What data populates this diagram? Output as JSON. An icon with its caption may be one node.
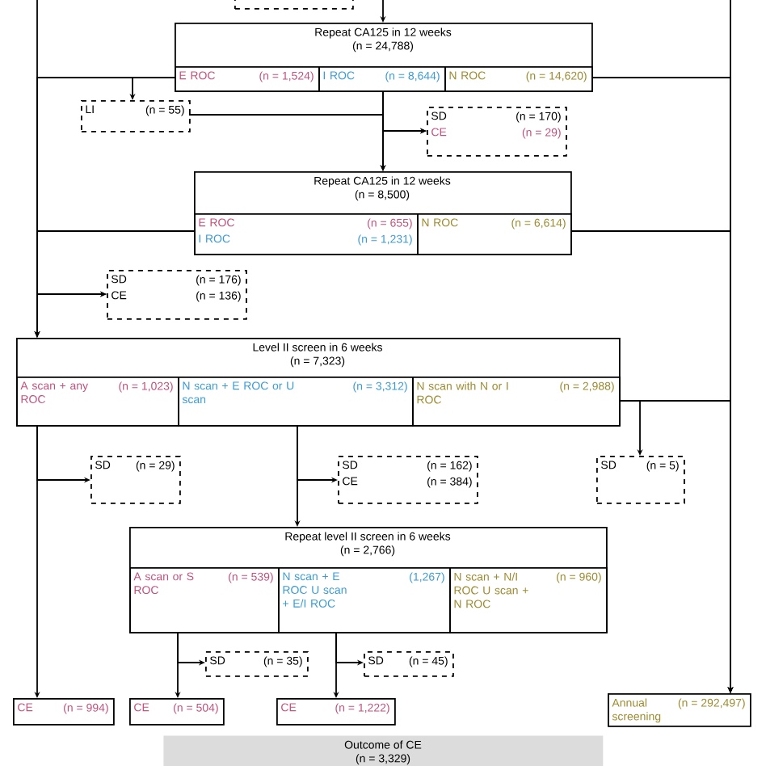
{
  "diagram": {
    "nodes": [
      {
        "text": [],
        "shape": "box"
      },
      {
        "text": [
          "Repeat CA125 in 12 weeks",
          "(n = 24,788)"
        ]
      },
      {
        "text": [
          "E ROC",
          "(n = 1,524)"
        ],
        "in": 1
      },
      {
        "text": [
          "I ROC",
          "(n = 8,644)"
        ],
        "in": 1
      },
      {
        "text": [
          "N ROC",
          "(n = 14,620)"
        ],
        "in": 1
      },
      {
        "text": [
          "LI",
          "(n = 55)"
        ]
      },
      {
        "text": [
          "SD",
          "(n = 170)",
          "CE",
          "(n = 29)"
        ]
      },
      {
        "text": [
          "Repeat CA125 in 12 weeks",
          "(n = 8,500)"
        ]
      },
      {
        "text": [
          "E ROC",
          "(n = 655)",
          "I ROC",
          "(n = 1,231)"
        ],
        "in": 7
      },
      {
        "text": [
          "N ROC",
          "(n = 6,614)"
        ],
        "in": 7
      },
      {
        "text": [
          "SD",
          "(n = 176)",
          "CE",
          "(n = 136)"
        ]
      },
      {
        "text": [
          "Level II screen in 6 weeks",
          "(n = 7,323)"
        ]
      },
      {
        "text": [
          "A scan + any ROC",
          "(n = 1,023)"
        ],
        "in": 11
      },
      {
        "text": [
          "N scan + E ROC or U scan",
          "(n = 3,312)"
        ],
        "in": 11
      },
      {
        "text": [
          "N scan with N or I ROC",
          "(n = 2,988)"
        ],
        "in": 11
      },
      {
        "text": [
          "SD",
          "(n = 29)"
        ]
      },
      {
        "text": [
          "SD",
          "(n = 162)",
          "CE",
          "(n = 384)"
        ]
      },
      {
        "text": [
          "SD",
          "(n = 5)"
        ]
      },
      {
        "text": [
          "Repeat level II screen in 6 weeks",
          "(n = 2,766)"
        ]
      },
      {
        "text": [
          "A scan or S ROC",
          "(n = 539)"
        ],
        "in": 18
      },
      {
        "text": [
          "N scan + E ROC U scan + E/I ROC",
          "(1,267)"
        ],
        "in": 18
      },
      {
        "text": [
          "N scan + N/I ROC U scan + N ROC",
          "(n = 960)"
        ],
        "in": 18
      },
      {
        "text": [
          "SD",
          "(n = 35)"
        ]
      },
      {
        "text": [
          "SD",
          "(n = 45)"
        ]
      },
      {
        "text": [
          "CE",
          "(n = 994)"
        ]
      },
      {
        "text": [
          "CE",
          "(n = 504)"
        ]
      },
      {
        "text": [
          "CE",
          "(n = 1,222)"
        ]
      },
      {
        "text": [
          "Annual screening",
          "(n = 292,497)"
        ]
      },
      {
        "text": [
          "Outcome of CE",
          "(n = 3,329)"
        ]
      }
    ],
    "edges": [
      {
        "from": null,
        "to": 1,
        "arrow": "to"
      },
      {
        "from": 2,
        "to": 11,
        "arrow": "to"
      },
      {
        "from": 2,
        "to": 10,
        "arrow": "to"
      },
      {
        "from": 2,
        "to": 5,
        "arrow": "to"
      },
      {
        "from": 8,
        "to": 11,
        "arrow": "to"
      },
      {
        "from": 8,
        "to": 10,
        "arrow": "to"
      },
      {
        "from": null,
        "to": 11,
        "arrow": "to"
      },
      {
        "from": 3,
        "to": 7,
        "arrow": "to"
      },
      {
        "from": 3,
        "to": 6,
        "arrow": "to"
      },
      {
        "from": 5,
        "to": 7,
        "arrow": "to"
      },
      {
        "from": 5,
        "to": 6,
        "arrow": "to"
      },
      {
        "from": 4,
        "to": 27,
        "arrow": "to"
      },
      {
        "from": 9,
        "to": 27,
        "arrow": "to"
      },
      {
        "from": 14,
        "to": 27,
        "arrow": "to"
      },
      {
        "from": 14,
        "to": 17,
        "arrow": "to"
      },
      {
        "from": null,
        "to": 27,
        "arrow": "to"
      },
      {
        "from": 12,
        "to": 24,
        "arrow": "to"
      },
      {
        "from": 12,
        "to": 15,
        "arrow": "to"
      },
      {
        "from": 13,
        "to": 18,
        "arrow": "to"
      },
      {
        "from": 13,
        "to": 16,
        "arrow": "to"
      },
      {
        "from": 19,
        "to": 25,
        "arrow": "to"
      },
      {
        "from": 19,
        "to": 22,
        "arrow": "to"
      },
      {
        "from": 20,
        "to": 26,
        "arrow": "to"
      },
      {
        "from": 20,
        "to": 23,
        "arrow": "to"
      }
    ]
  }
}
